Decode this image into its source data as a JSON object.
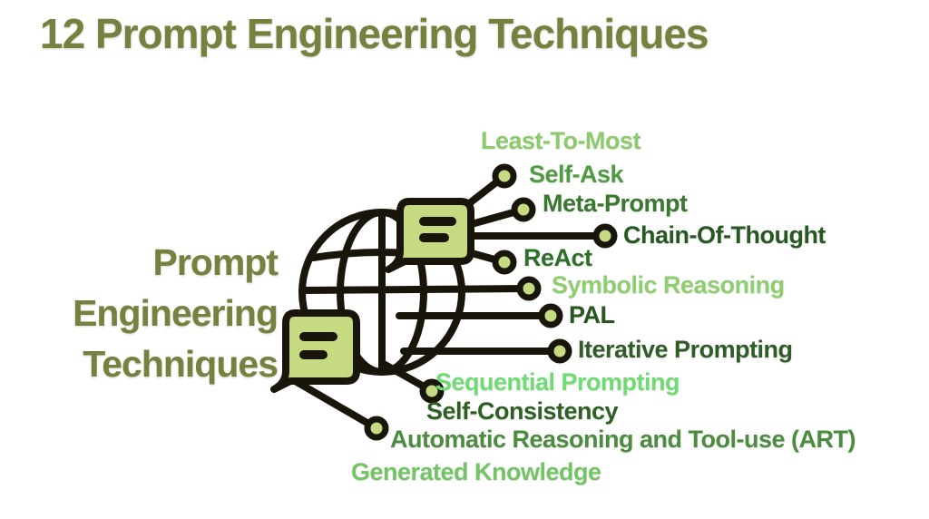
{
  "title": "12 Prompt Engineering Techniques",
  "hub": {
    "label_lines": [
      "Prompt",
      "Engineering",
      "Techniques"
    ]
  },
  "colors": {
    "background": "#FFFFFF",
    "heading_olive": "#76813F",
    "linework_black": "#1A150B",
    "icon_green_fill": "#C5DA81"
  },
  "icons": [
    "globe-icon",
    "prompt-note-icon",
    "connector-node-icon"
  ],
  "techniques": [
    {
      "label": "Least-To-Most",
      "color": "#8CCA6D"
    },
    {
      "label": "Self-Ask",
      "color": "#4F9A42"
    },
    {
      "label": "Meta-Prompt",
      "color": "#3A7730"
    },
    {
      "label": "Chain-Of-Thought",
      "color": "#275722"
    },
    {
      "label": "ReAct",
      "color": "#2F7029"
    },
    {
      "label": "Symbolic Reasoning",
      "color": "#8FCE70"
    },
    {
      "label": "PAL",
      "color": "#2A5522"
    },
    {
      "label": "Iterative Prompting",
      "color": "#305D27"
    },
    {
      "label": "Sequential Prompting",
      "color": "#6FDB73"
    },
    {
      "label": "Self-Consistency",
      "color": "#2E6026"
    },
    {
      "label": "Automatic Reasoning and Tool-use (ART)",
      "color": "#4C8C41"
    },
    {
      "label": "Generated Knowledge",
      "color": "#72C464"
    }
  ]
}
